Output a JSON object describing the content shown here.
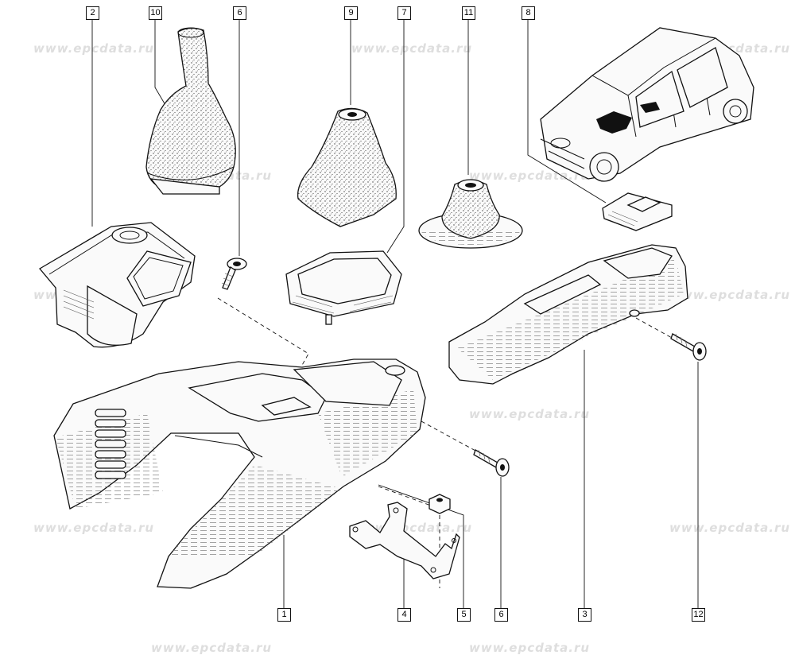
{
  "watermark": "www.epcdata.ru",
  "callouts": [
    {
      "label": "2"
    },
    {
      "label": "10"
    },
    {
      "label": "6"
    },
    {
      "label": "9"
    },
    {
      "label": "7"
    },
    {
      "label": "11"
    },
    {
      "label": "8"
    },
    {
      "label": "1"
    },
    {
      "label": "4"
    },
    {
      "label": "5"
    },
    {
      "label": "6"
    },
    {
      "label": "3"
    },
    {
      "label": "12"
    }
  ]
}
